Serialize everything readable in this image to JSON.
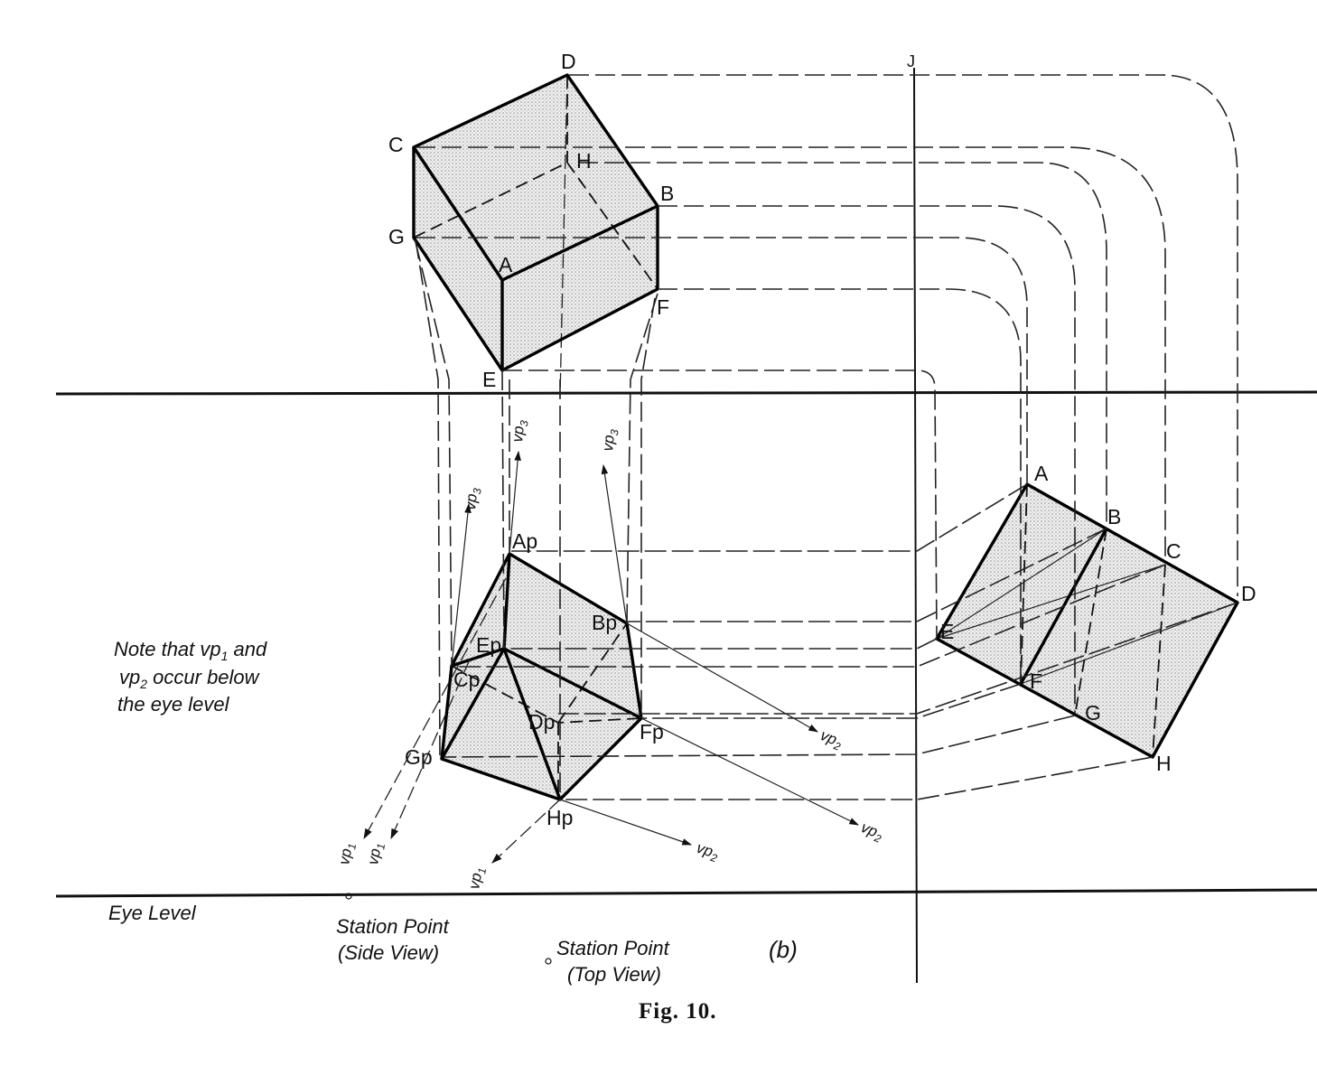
{
  "labels": {
    "top_cube": {
      "d": "D",
      "c": "C",
      "h": "H",
      "b": "B",
      "g": "G",
      "a": "A",
      "f": "F",
      "e": "E"
    },
    "right_cube": {
      "a": "A",
      "b": "B",
      "c": "C",
      "d": "D",
      "e": "E",
      "f": "F",
      "g": "G",
      "h": "H"
    },
    "perspective": {
      "ap": "Ap",
      "bp": "Bp",
      "ep": "Ep",
      "cp": "Cp",
      "dp": "Dp",
      "fp": "Fp",
      "gp": "Gp",
      "hp": "Hp"
    },
    "vanishing_points": {
      "vp3": "vp",
      "vp3_sub": "3",
      "vp1": "vp",
      "vp1_sub": "1",
      "vp2": "vp",
      "vp2_sub": "2"
    },
    "top_axis": "J"
  },
  "note": {
    "line1": "Note that vp",
    "line1_sub": "1",
    "line1_end": " and",
    "line2": "vp",
    "line2_sub": "2",
    "line2_end": " occur below",
    "line3": "the eye level"
  },
  "eye_level": "Eye Level",
  "station_side": {
    "line1": "Station Point",
    "line2": "(Side View)"
  },
  "station_top": {
    "line1": "Station Point",
    "line2": "(Top View)"
  },
  "panel": "(b)",
  "caption": "Fig. 10."
}
